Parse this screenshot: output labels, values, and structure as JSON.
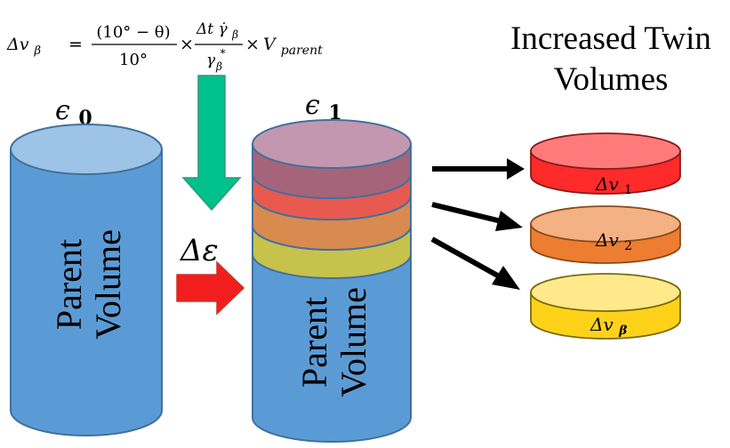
{
  "formula": {
    "lhs": "Δv",
    "lhs_sub": "β",
    "equals": "=",
    "frac1_num": "(10° − θ)",
    "frac1_den": "10°",
    "times1": "×",
    "frac2_num_a": "Δt",
    "frac2_num_gamma": "γ̇",
    "frac2_num_sub": "β",
    "frac2_den_gamma": "γ",
    "frac2_den_sub": "β",
    "frac2_den_sup": "*",
    "times2": "×",
    "v": "V",
    "v_sub": "parent"
  },
  "labels": {
    "epsilon0_sym": "ϵ",
    "epsilon0_sub": "0",
    "epsilon1_sym": "ϵ",
    "epsilon1_sub": "1",
    "delta_epsilon": "Δε",
    "increased_twin_line1": "Increased Twin",
    "increased_twin_line2": "Volumes",
    "parent_line1": "Parent",
    "parent_line2": "Volume",
    "parent2_line1": "Parent",
    "parent2_line2": "Volume",
    "dv1": "Δv",
    "dv1_sub": "1",
    "dv2": "Δv",
    "dv2_sub": "2",
    "dvb": "Δv",
    "dvb_sub": "β"
  },
  "colors": {
    "parent_blue": "#5b9bd5",
    "parent_top": "#9dc3e6",
    "outline": "#41719c",
    "green_arrow": "#00c08b",
    "red_arrow": "#f21d1d",
    "disk_red": "#ff2a2a",
    "disk_orange": "#ed7d31",
    "disk_yellow": "#ffd21a",
    "stack_purple": "#a5647a",
    "stack_red": "#e85a4f",
    "stack_orange": "#d98a4f",
    "stack_yellow": "#c7c24b"
  }
}
